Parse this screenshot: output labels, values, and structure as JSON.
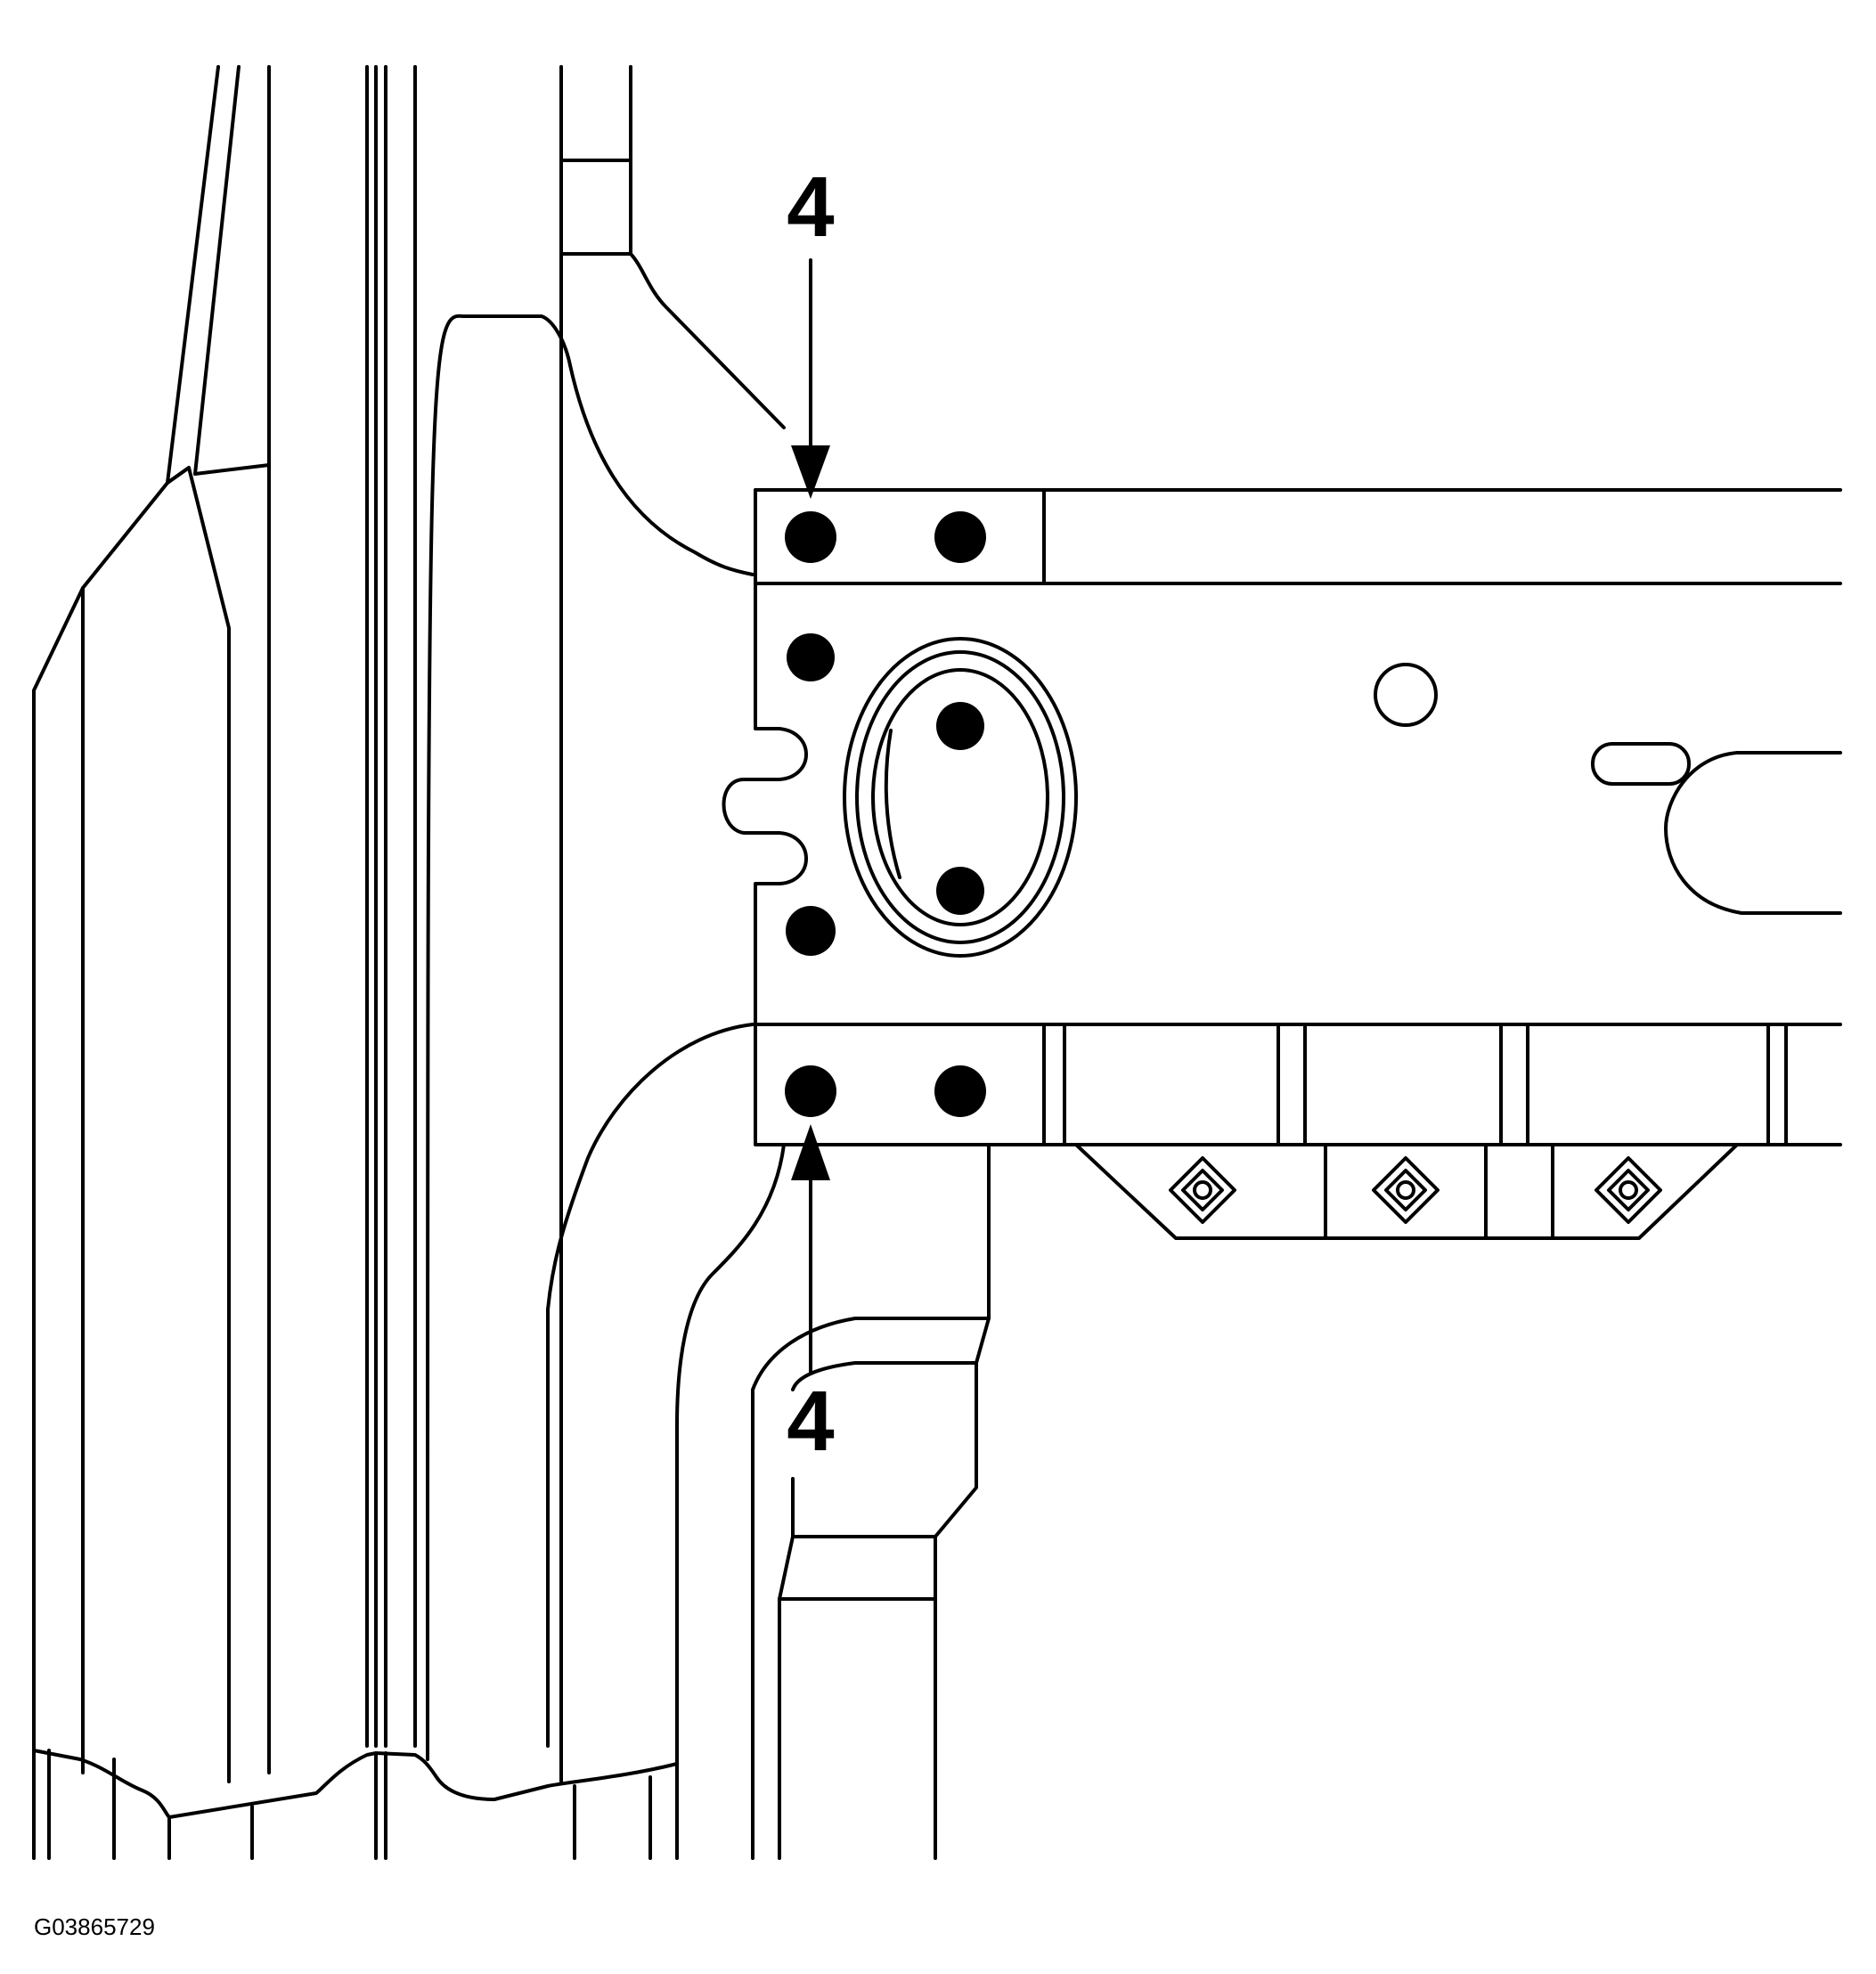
{
  "callouts": {
    "top_label": "4",
    "bottom_label": "4"
  },
  "graphic_code": "G03865729",
  "colors": {
    "line": "#000000",
    "background": "#ffffff"
  }
}
